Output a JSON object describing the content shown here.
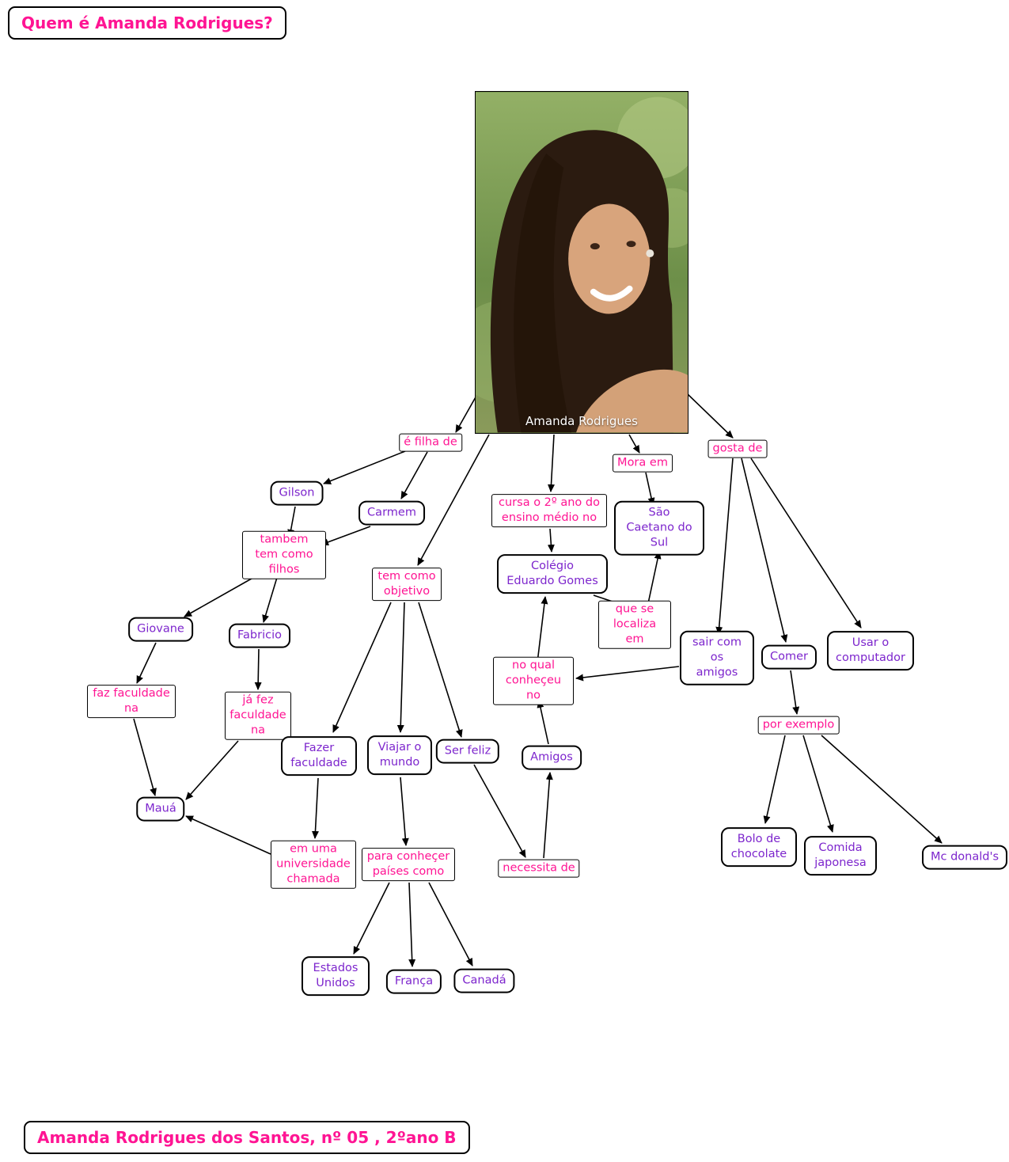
{
  "colors": {
    "pink": "#ff1493",
    "purple": "#7d26cd",
    "line": "#000000",
    "background": "#ffffff"
  },
  "header": {
    "title": "Quem é Amanda Rodrigues?"
  },
  "footer": {
    "credit": "Amanda Rodrigues dos Santos, nº 05 , 2ºano B"
  },
  "photo": {
    "caption": "Amanda Rodrigues"
  },
  "nodes": {
    "e_filha_de": "é filha de",
    "gilson": "Gilson",
    "carmem": "Carmem",
    "tambem_tem_como_filhos": "tambem tem como filhos",
    "giovane": "Giovane",
    "fabricio": "Fabricio",
    "faz_faculdade_na": "faz faculdade na",
    "ja_fez_faculdade_na": "já fez faculdade na",
    "maua": "Mauá",
    "em_uma_universidade_chamada": "em uma universidade chamada",
    "tem_como_objetivo": "tem como objetivo",
    "fazer_faculdade": "Fazer faculdade",
    "viajar_o_mundo": "Viajar o mundo",
    "ser_feliz": "Ser feliz",
    "para_conhecer_paises_como": "para conheçer países como",
    "estados_unidos": "Estados Unidos",
    "franca": "França",
    "canada": "Canadá",
    "cursa_o_2_ano_do_ensino_medio_no": "cursa o 2º ano do ensino médio no",
    "colegio_eduardo_gomes": "Colégio Eduardo Gomes",
    "mora_em": "Mora em",
    "sao_caetano_do_sul": "São Caetano do Sul",
    "que_se_localiza_em": "que se localiza em",
    "no_qual_conheceu_no": "no qual conheçeu no",
    "amigos": "Amigos",
    "necessita_de": "necessita de",
    "gosta_de": "gosta de",
    "sair_com_os_amigos": "sair com os amigos",
    "comer": "Comer",
    "usar_o_computador": "Usar o computador",
    "por_exemplo": "por exemplo",
    "bolo_de_chocolate": "Bolo de chocolate",
    "comida_japonesa": "Comida japonesa",
    "mc_donalds": "Mc donald's"
  }
}
